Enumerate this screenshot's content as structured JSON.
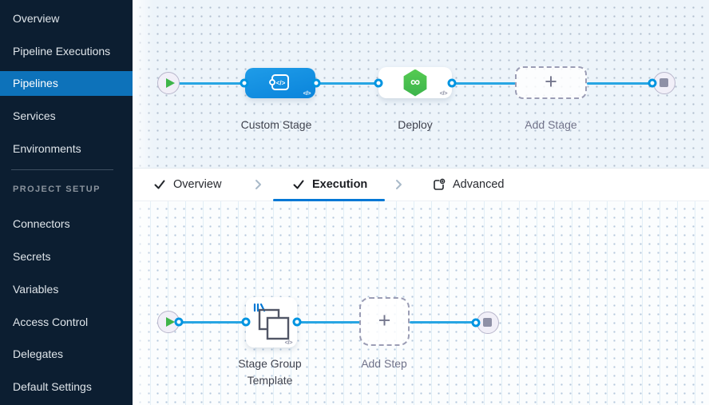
{
  "sidebar": {
    "active_item": "Pipelines",
    "items": [
      {
        "label": "Overview"
      },
      {
        "label": "Pipeline Executions"
      },
      {
        "label": "Pipelines"
      },
      {
        "label": "Services"
      },
      {
        "label": "Environments"
      }
    ],
    "section_label": "PROJECT SETUP",
    "setup_items": [
      {
        "label": "Connectors"
      },
      {
        "label": "Secrets"
      },
      {
        "label": "Variables"
      },
      {
        "label": "Access Control"
      },
      {
        "label": "Delegates"
      },
      {
        "label": "Default Settings"
      }
    ]
  },
  "tabs": {
    "overview": {
      "label": "Overview",
      "icon": "check-icon",
      "state": "completed"
    },
    "execution": {
      "label": "Execution",
      "icon": "check-icon",
      "state": "active"
    },
    "advanced": {
      "label": "Advanced",
      "icon": "advanced-settings-icon",
      "state": "default"
    }
  },
  "stage_pipeline": {
    "start_icon": "play-icon",
    "end_icon": "stop-icon",
    "nodes": [
      {
        "label": "Custom Stage",
        "icon": "custom-stage-icon",
        "badge": "</>"
      },
      {
        "label": "Deploy",
        "icon": "deploy-hexagon-icon",
        "badge": "</>"
      },
      {
        "label": "Add Stage",
        "icon": "plus-icon"
      }
    ]
  },
  "execution_pipeline": {
    "start_icon": "play-icon",
    "end_icon": "stop-icon",
    "nodes": [
      {
        "label": "Stage Group Template",
        "icon": "stage-group-template-icon",
        "badge": "</>"
      },
      {
        "label": "Add Step",
        "icon": "plus-icon"
      }
    ]
  },
  "icons": {
    "plus": "+",
    "infinity": "∞",
    "code_badge": "</>"
  },
  "colors": {
    "accent_blue": "#0278d5",
    "connector_blue": "#27a5e3",
    "stage_node_blue": "#0c8be0",
    "success_green": "#42b450",
    "sidebar_bg": "#0c1e31",
    "sidebar_active_bg": "#0d72ba",
    "canvas_top_bg": "#edf4fa",
    "canvas_bottom_bg": "#fbfdfe"
  }
}
